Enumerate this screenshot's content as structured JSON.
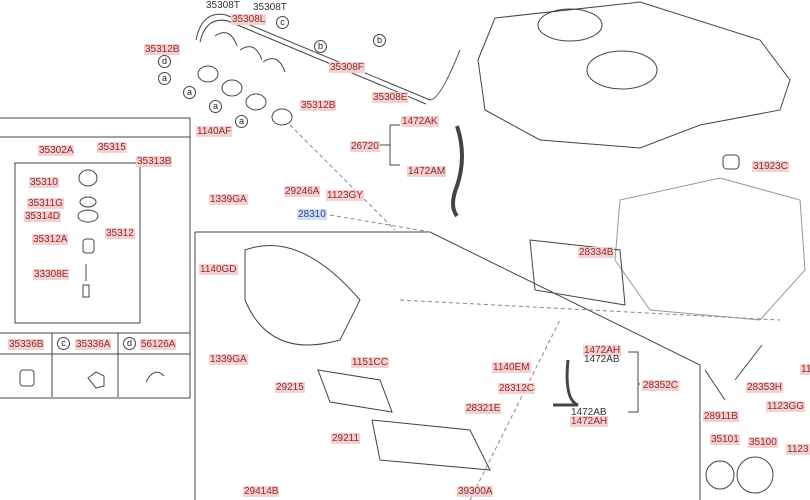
{
  "diagram": {
    "callouts": {
      "a": "a",
      "b": "b",
      "c": "c",
      "d": "d"
    },
    "labels": {
      "p35308T_1": "35308T",
      "p35308T_2": "35308T",
      "p35308L": "35308L",
      "p35312B_1": "35312B",
      "p35308F": "35308F",
      "p35308E": "35308E",
      "p35312B_2": "35312B",
      "p1140AF": "1140AF",
      "p1472AK": "1472AK",
      "p26720": "26720",
      "p1472AM": "1472AM",
      "p31923C": "31923C",
      "p1339GA_1": "1339GA",
      "p29246A": "29246A",
      "p1123GY": "1123GY",
      "p28310": "28310",
      "p28334B": "28334B",
      "p1140GD": "1140GD",
      "p35302A": "35302A",
      "p35315": "35315",
      "p35313B": "35313B",
      "p35310": "35310",
      "p35311G": "35311G",
      "p35314D": "35314D",
      "p35312A": "35312A",
      "p35312": "35312",
      "p33308E": "33308E",
      "p35336B": "35336B",
      "p35336A": "35336A",
      "p56126A": "56126A",
      "p1339GA_2": "1339GA",
      "p1151CC": "1151CC",
      "p29215": "29215",
      "p29211": "29211",
      "p29414B": "29414B",
      "p1140EM": "1140EM",
      "p28312C": "28312C",
      "p28321E": "28321E",
      "p1472AH_1": "1472AH",
      "p1472AB_1": "1472AB",
      "p28352C": "28352C",
      "p1472AB_2": "1472AB",
      "p1472AH_2": "1472AH",
      "p39300A": "39300A",
      "p28353H": "28353H",
      "p11_partial": "11",
      "p28911B": "28911B",
      "p1123GG": "1123GG",
      "p35101": "35101",
      "p35100": "35100",
      "p1123_partial": "1123"
    }
  }
}
